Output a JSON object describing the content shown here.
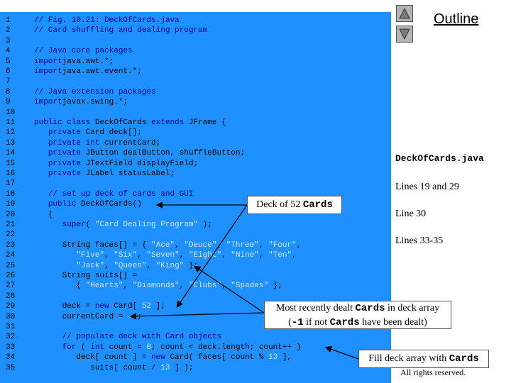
{
  "outline_title": "Outline",
  "nav": {
    "up_icon": "triangle-up-icon",
    "down_icon": "triangle-down-icon"
  },
  "sidebar": {
    "file_name": "DeckOfCards.java",
    "notes": [
      "Lines 19 and 29",
      "Line 30",
      "Lines 33-35"
    ]
  },
  "callouts": {
    "deck": {
      "prefix": "Deck of 52 ",
      "code": "Cards"
    },
    "dealt": {
      "line1_prefix": "Most recently dealt ",
      "line1_code": "Cards",
      "line1_suffix": " in deck array",
      "line2_open": "(",
      "line2_code1": "-1",
      "line2_mid": " if not ",
      "line2_code2": "Cards",
      "line2_suffix": " have been dealt)"
    },
    "fill": {
      "prefix": "Fill deck array with ",
      "code": "Cards"
    }
  },
  "footer": "All rights reserved.",
  "code_lines": [
    {
      "n": "1",
      "t": [
        [
          "cm",
          "// Fig. 10.21: DeckOfCards.java"
        ]
      ]
    },
    {
      "n": "2",
      "t": [
        [
          "cm",
          "// Card shuffling and dealing program"
        ]
      ]
    },
    {
      "n": "3",
      "t": []
    },
    {
      "n": "4",
      "t": [
        [
          "cm",
          "// Java core packages"
        ]
      ]
    },
    {
      "n": "5",
      "t": [
        [
          "kw",
          "import"
        ],
        [
          "",
          "java.awt.*;"
        ]
      ]
    },
    {
      "n": "6",
      "t": [
        [
          "kw",
          "import"
        ],
        [
          "",
          "java.awt.event.*;"
        ]
      ]
    },
    {
      "n": "7",
      "t": []
    },
    {
      "n": "8",
      "t": [
        [
          "cm",
          "// Java extension packages"
        ]
      ]
    },
    {
      "n": "9",
      "t": [
        [
          "kw",
          "import"
        ],
        [
          "",
          "javax.swing.*;"
        ]
      ]
    },
    {
      "n": "10",
      "t": []
    },
    {
      "n": "11",
      "t": [
        [
          "kw",
          "public class "
        ],
        [
          "",
          "DeckOfCards "
        ],
        [
          "kw",
          "extends "
        ],
        [
          "",
          "JFrame {"
        ]
      ]
    },
    {
      "n": "12",
      "t": [
        [
          "",
          "   "
        ],
        [
          "kw",
          "private "
        ],
        [
          "",
          "Card deck[];"
        ]
      ]
    },
    {
      "n": "13",
      "t": [
        [
          "",
          "   "
        ],
        [
          "kw",
          "private int "
        ],
        [
          "",
          "currentCard;"
        ]
      ]
    },
    {
      "n": "14",
      "t": [
        [
          "",
          "   "
        ],
        [
          "kw",
          "private "
        ],
        [
          "",
          "JButton dealButton, shuffleButton;"
        ]
      ]
    },
    {
      "n": "15",
      "t": [
        [
          "",
          "   "
        ],
        [
          "kw",
          "private "
        ],
        [
          "",
          "JTextField displayField;"
        ]
      ]
    },
    {
      "n": "16",
      "t": [
        [
          "",
          "   "
        ],
        [
          "kw",
          "private "
        ],
        [
          "",
          "JLabel statusLabel;"
        ]
      ]
    },
    {
      "n": "17",
      "t": []
    },
    {
      "n": "18",
      "t": [
        [
          "",
          "   "
        ],
        [
          "cm",
          "// set up deck of cards and GUI"
        ]
      ]
    },
    {
      "n": "19",
      "t": [
        [
          "",
          "   "
        ],
        [
          "kw",
          "public "
        ],
        [
          "",
          "DeckOfCards()"
        ]
      ]
    },
    {
      "n": "20",
      "t": [
        [
          "",
          "   {"
        ]
      ]
    },
    {
      "n": "21",
      "t": [
        [
          "",
          "      "
        ],
        [
          "kw",
          "super"
        ],
        [
          "",
          "( "
        ],
        [
          "str",
          "\"Card Dealing Program\""
        ],
        [
          "",
          " );"
        ]
      ]
    },
    {
      "n": "22",
      "t": []
    },
    {
      "n": "23",
      "t": [
        [
          "",
          "      String faces[] = { "
        ],
        [
          "str",
          "\"Ace\""
        ],
        [
          "",
          ", "
        ],
        [
          "str",
          "\"Deuce\""
        ],
        [
          "",
          ", "
        ],
        [
          "str",
          "\"Three\""
        ],
        [
          "",
          ", "
        ],
        [
          "str",
          "\"Four\""
        ],
        [
          "",
          ","
        ]
      ]
    },
    {
      "n": "24",
      "t": [
        [
          "",
          "         "
        ],
        [
          "str",
          "\"Five\""
        ],
        [
          "",
          ", "
        ],
        [
          "str",
          "\"Six\""
        ],
        [
          "",
          ", "
        ],
        [
          "str",
          "\"Seven\""
        ],
        [
          "",
          ", "
        ],
        [
          "str",
          "\"Eight\""
        ],
        [
          "",
          ", "
        ],
        [
          "str",
          "\"Nine\""
        ],
        [
          "",
          ", "
        ],
        [
          "str",
          "\"Ten\""
        ],
        [
          "",
          ","
        ]
      ]
    },
    {
      "n": "25",
      "t": [
        [
          "",
          "         "
        ],
        [
          "str",
          "\"Jack\""
        ],
        [
          "",
          ", "
        ],
        [
          "str",
          "\"Queen\""
        ],
        [
          "",
          ", "
        ],
        [
          "str",
          "\"King\""
        ],
        [
          "",
          " };"
        ]
      ]
    },
    {
      "n": "26",
      "t": [
        [
          "",
          "      String suits[] ="
        ]
      ]
    },
    {
      "n": "27",
      "t": [
        [
          "",
          "         { "
        ],
        [
          "str",
          "\"Hearts\""
        ],
        [
          "",
          ", "
        ],
        [
          "str",
          "\"Diamonds\""
        ],
        [
          "",
          ", "
        ],
        [
          "str",
          "\"Clubs\""
        ],
        [
          "",
          ", "
        ],
        [
          "str",
          "\"Spades\""
        ],
        [
          "",
          " };"
        ]
      ]
    },
    {
      "n": "28",
      "t": []
    },
    {
      "n": "29",
      "t": [
        [
          "",
          "      deck = "
        ],
        [
          "kw",
          "new "
        ],
        [
          "",
          "Card[ "
        ],
        [
          "num",
          "52"
        ],
        [
          "",
          " ];"
        ]
      ]
    },
    {
      "n": "30",
      "t": [
        [
          "",
          "      currentCard = "
        ],
        [
          "num",
          "-1"
        ],
        [
          "",
          ";"
        ]
      ]
    },
    {
      "n": "31",
      "t": []
    },
    {
      "n": "32",
      "t": [
        [
          "",
          "      "
        ],
        [
          "cm",
          "// populate deck with Card objects"
        ]
      ]
    },
    {
      "n": "33",
      "t": [
        [
          "",
          "      "
        ],
        [
          "kw",
          "for "
        ],
        [
          "",
          "( "
        ],
        [
          "kw",
          "int "
        ],
        [
          "",
          "count = "
        ],
        [
          "num",
          "0"
        ],
        [
          "",
          "; count < deck.length; count++ )"
        ]
      ]
    },
    {
      "n": "34",
      "t": [
        [
          "",
          "         deck[ count ] = "
        ],
        [
          "kw",
          "new "
        ],
        [
          "",
          "Card( faces[ count % "
        ],
        [
          "num",
          "13"
        ],
        [
          "",
          " ],"
        ]
      ]
    },
    {
      "n": "35",
      "t": [
        [
          "",
          "            suits[ count / "
        ],
        [
          "num",
          "13"
        ],
        [
          "",
          " ] );"
        ]
      ]
    }
  ]
}
